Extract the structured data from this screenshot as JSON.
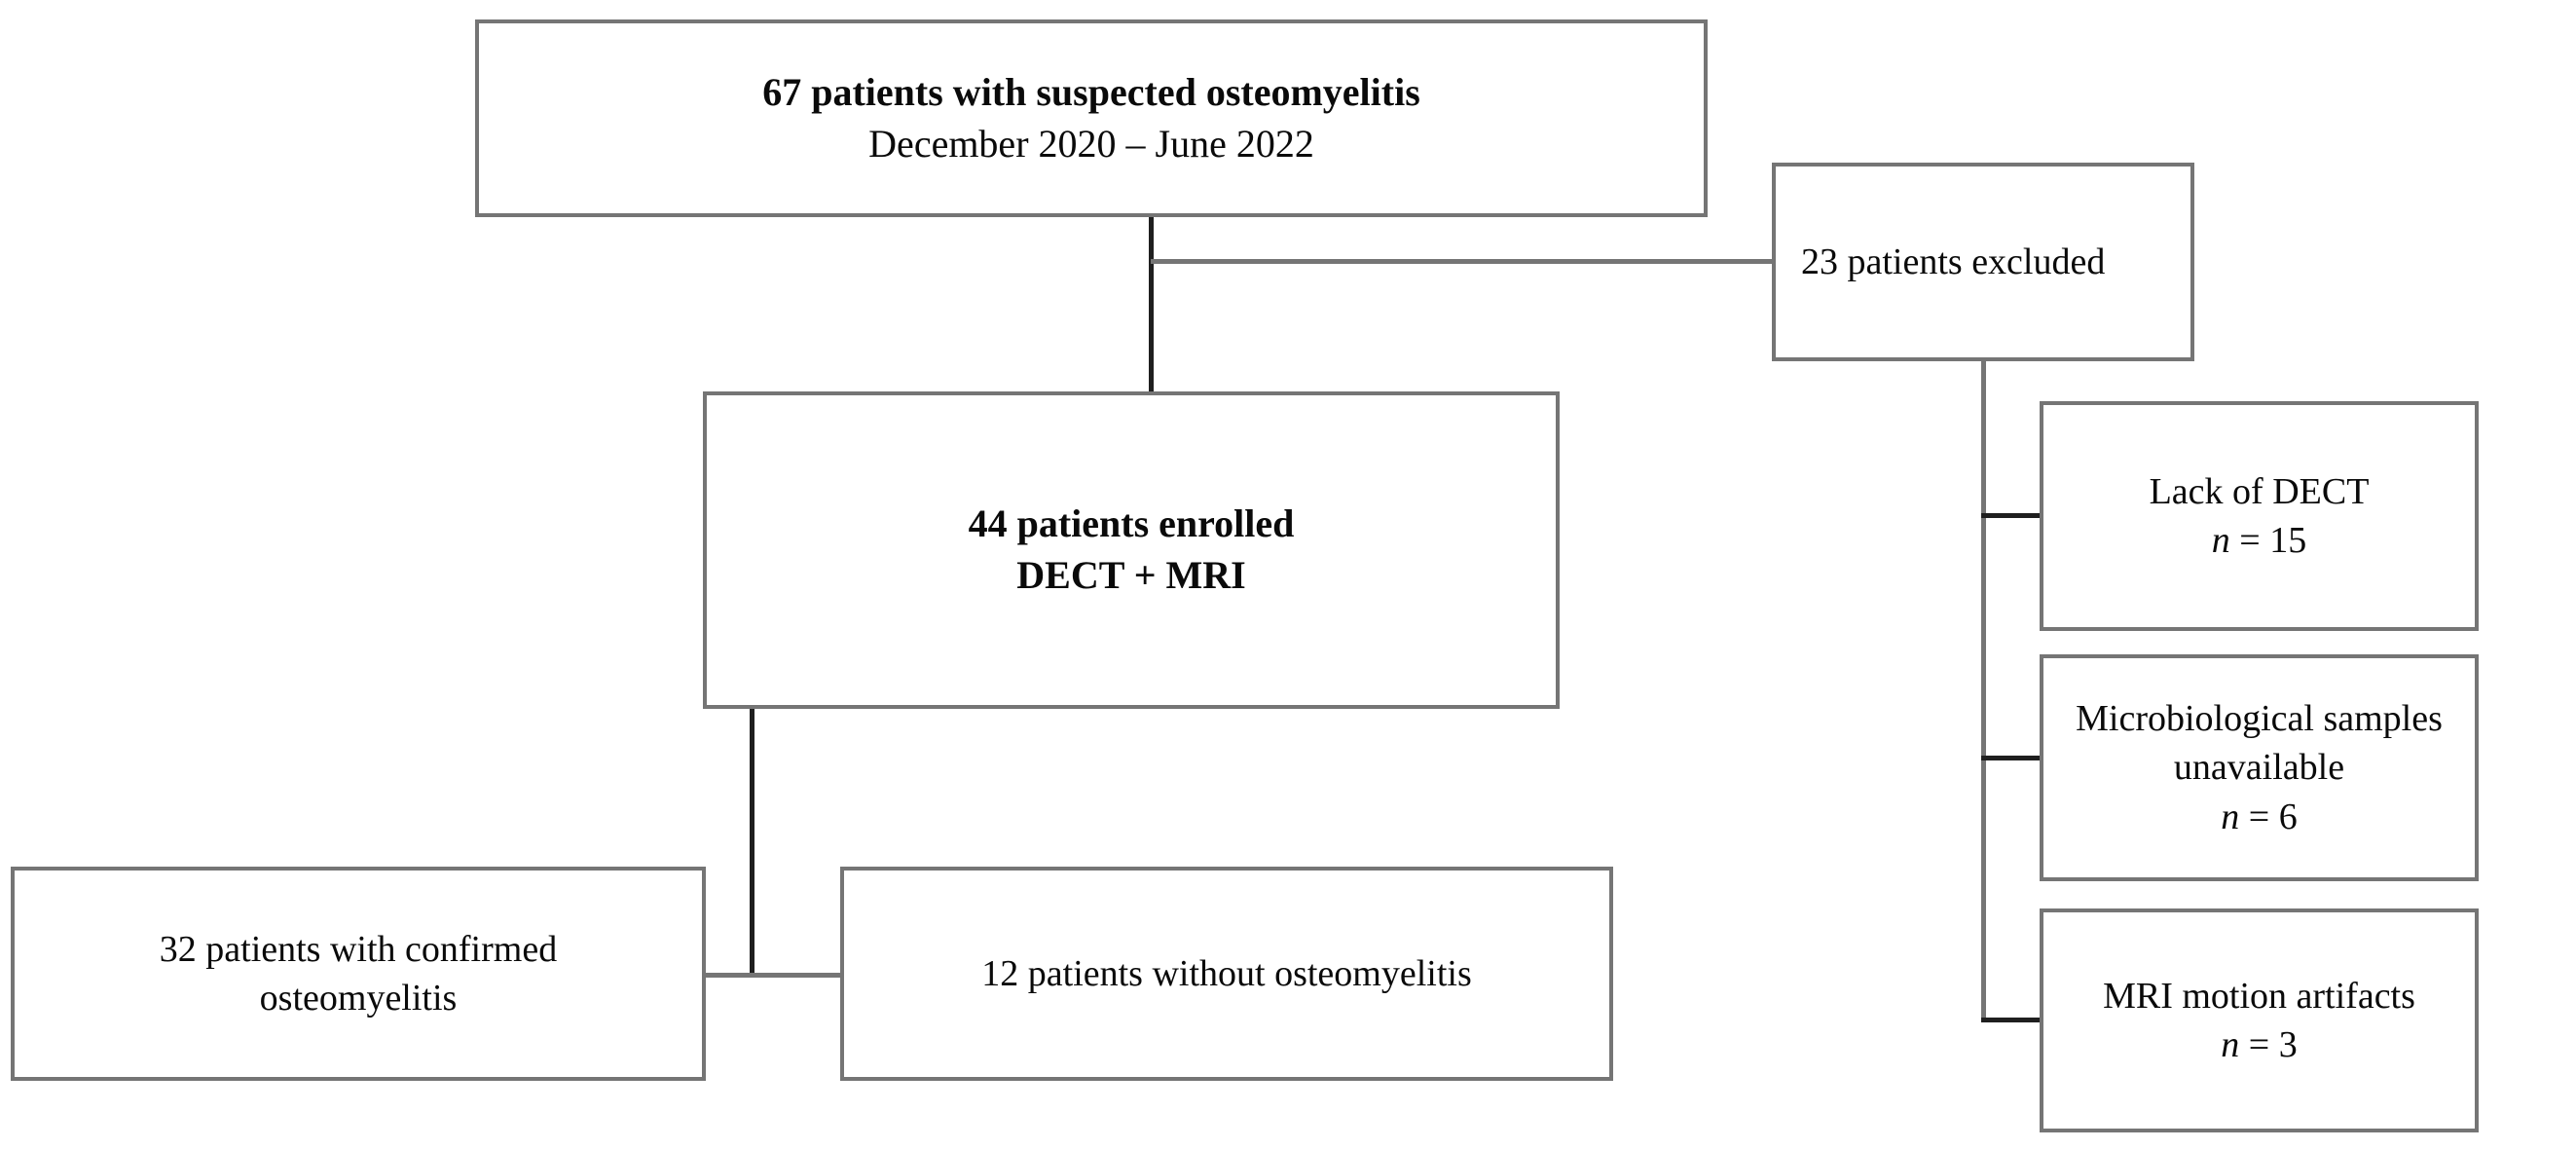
{
  "diagram": {
    "type": "flowchart",
    "title": "Patient enrollment flow diagram for suspected osteomyelitis study",
    "colors": {
      "box_border": "#757575",
      "connector_gray": "#757575",
      "connector_dark": "#1f1f1f",
      "text": "#0a0a0a",
      "background": "#ffffff"
    },
    "nodes": [
      {
        "id": "enrollment-source",
        "lines": [
          {
            "text": "67 patients with suspected osteomyelitis",
            "bold": true
          },
          {
            "text": "December 2020 – June 2022",
            "bold": false
          }
        ]
      },
      {
        "id": "excluded",
        "lines": [
          {
            "text": "23 patients excluded",
            "bold": false
          }
        ]
      },
      {
        "id": "enrolled",
        "lines": [
          {
            "text": "44 patients enrolled",
            "bold": true
          },
          {
            "text": "DECT + MRI",
            "bold": true
          }
        ]
      },
      {
        "id": "lack-of-dect",
        "lines": [
          {
            "text": "Lack of DECT",
            "bold": false
          }
        ],
        "count_label": "n",
        "count_value": "= 15"
      },
      {
        "id": "microbiological-unavailable",
        "lines": [
          {
            "text": "Microbiological samples",
            "bold": false
          },
          {
            "text": "unavailable",
            "bold": false
          }
        ],
        "count_label": "n",
        "count_value": "= 6"
      },
      {
        "id": "mri-motion-artifacts",
        "lines": [
          {
            "text": "MRI motion artifacts",
            "bold": false
          }
        ],
        "count_label": "n",
        "count_value": "= 3"
      },
      {
        "id": "confirmed-osteomyelitis",
        "lines": [
          {
            "text": "32 patients with confirmed",
            "bold": false
          },
          {
            "text": "osteomyelitis",
            "bold": false
          }
        ]
      },
      {
        "id": "without-osteomyelitis",
        "lines": [
          {
            "text": "12 patients without osteomyelitis",
            "bold": false
          }
        ]
      }
    ]
  }
}
